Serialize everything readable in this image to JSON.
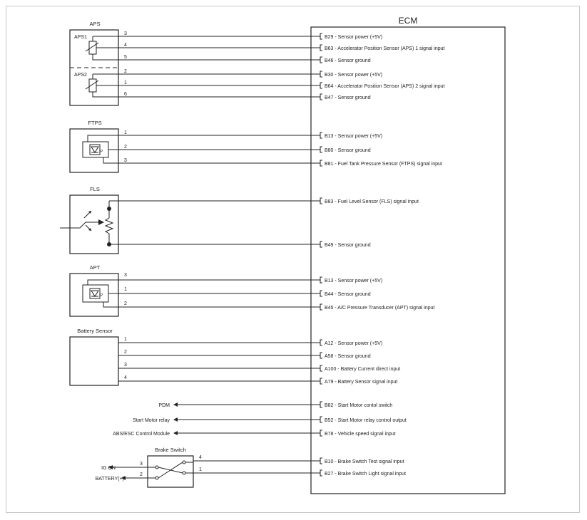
{
  "ecm": {
    "title": "ECM"
  },
  "aps": {
    "title": "APS",
    "aps1_label": "APS1",
    "aps2_label": "APS2",
    "wires": [
      {
        "pin": "3",
        "ecm": "B29 - Sensor power (+5V)"
      },
      {
        "pin": "4",
        "ecm": "B63 - Accelerator Position Sensor (APS) 1 signal input"
      },
      {
        "pin": "5",
        "ecm": "B46 - Sensor ground"
      },
      {
        "pin": "2",
        "ecm": "B30 - Sensor power (+5V)"
      },
      {
        "pin": "1",
        "ecm": "B64 - Accelerator Position Sensor (APS) 2 signal input"
      },
      {
        "pin": "6",
        "ecm": "B47 - Sensor ground"
      }
    ]
  },
  "ftps": {
    "title": "FTPS",
    "wires": [
      {
        "pin": "1",
        "ecm": "B13 - Sensor power (+5V)"
      },
      {
        "pin": "2",
        "ecm": "B80 - Sensor ground"
      },
      {
        "pin": "3",
        "ecm": "B81 - Fuel Tank Pressure Sensor (FTPS) signal input"
      }
    ]
  },
  "fls": {
    "title": "FLS",
    "wires": [
      {
        "ecm": "B83 - Fuel Level Sensor (FLS) signal input"
      },
      {
        "ecm": "B49 - Sensor ground"
      }
    ]
  },
  "apt": {
    "title": "APT",
    "wires": [
      {
        "pin": "3",
        "ecm": "B13 - Sensor power (+5V)"
      },
      {
        "pin": "1",
        "ecm": "B44 - Sensor ground"
      },
      {
        "pin": "2",
        "ecm": "B45 - A/C Pressure Transducer (APT) signal input"
      }
    ]
  },
  "battery_sensor": {
    "title": "Battery Sensor",
    "wires": [
      {
        "pin": "1",
        "ecm": "A12 - Sensor power (+5V)"
      },
      {
        "pin": "2",
        "ecm": "A58 - Sensor ground"
      },
      {
        "pin": "3",
        "ecm": "A100 - Battery Current direct input"
      },
      {
        "pin": "4",
        "ecm": "A79 - Battery Sensor signal input"
      }
    ]
  },
  "outputs": [
    {
      "dest": "PDM",
      "ecm": "B82 - Start Motor contol switch"
    },
    {
      "dest": "Start Motor relay",
      "ecm": "B52 - Start Motor relay control output"
    },
    {
      "dest": "ABS/ESC Control Module",
      "ecm": "B78 - Vehicle speed signal input"
    }
  ],
  "brake_switch": {
    "title": "Brake Switch",
    "ig_on": "IG ON",
    "battery": "BATTERY(+)",
    "left_pins": [
      "3",
      "2"
    ],
    "right_pins": [
      "4",
      "1"
    ],
    "wires": [
      {
        "ecm": "B10 - Brake Switch Test signal input"
      },
      {
        "ecm": "B27 - Brake Switch Light signal input"
      }
    ]
  }
}
